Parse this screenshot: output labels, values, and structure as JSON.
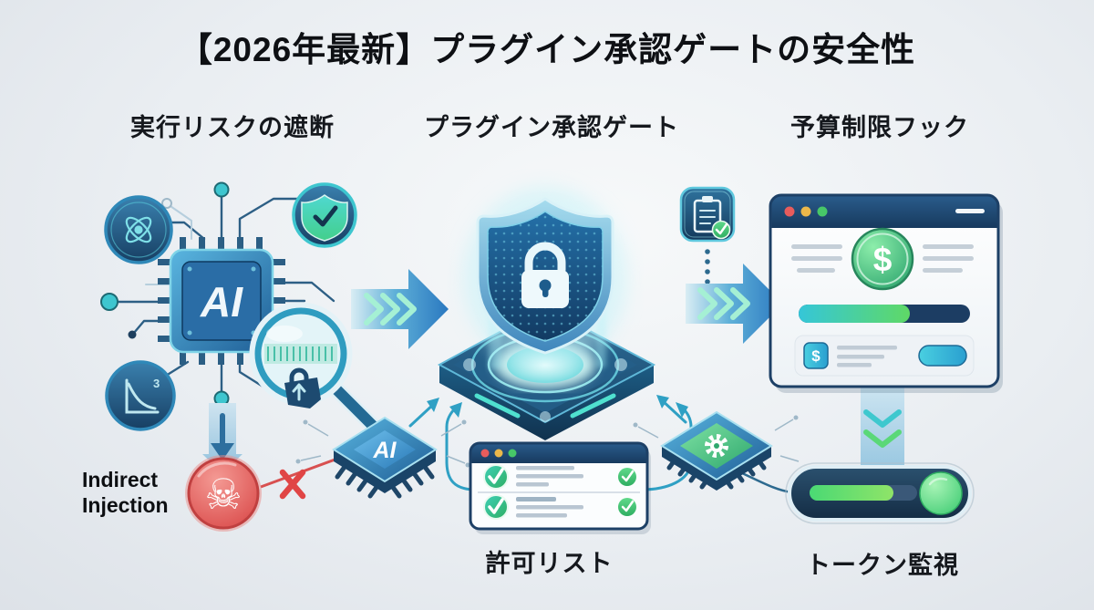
{
  "title": "【2026年最新】プラグイン承認ゲートの安全性",
  "sections": {
    "left": {
      "heading": "実行リスクの遮断"
    },
    "center": {
      "heading": "プラグイン承認ゲート"
    },
    "right": {
      "heading": "予算制限フック"
    }
  },
  "left_cluster": {
    "chip_label": "AI",
    "mini_chip_label": "AI",
    "threat": {
      "line1": "Indirect",
      "line2": "Injection",
      "skull_glyph": "☠"
    }
  },
  "right_panel": {
    "coin_symbol": "$",
    "card_icon_symbol": "$"
  },
  "bottom": {
    "allow_list": "許可リスト",
    "token_monitor": "トークン監視"
  },
  "colors": {
    "background": "#eaeef2",
    "accent_blue": "#2e7fc2",
    "accent_teal": "#35c4d7",
    "accent_mint": "#9ef0d0",
    "accent_green": "#43cf8c",
    "danger_red": "#d94545",
    "navy": "#1d4066",
    "text_dark": "#0e1014"
  }
}
